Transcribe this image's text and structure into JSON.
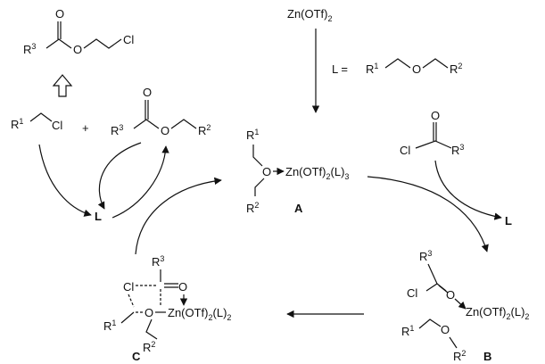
{
  "reagent": {
    "catalyst": "Zn(OTf)2",
    "ligand_label": "L ="
  },
  "labels": {
    "L": "L",
    "A": "A",
    "B": "B",
    "C": "C",
    "complex_A": "Zn(OTf)2(L)3",
    "complex_BC": "Zn(OTf)2(L)2",
    "plus": "+",
    "Cl": "Cl",
    "O": "O",
    "R1": "R1",
    "R2": "R2",
    "R3": "R3"
  }
}
